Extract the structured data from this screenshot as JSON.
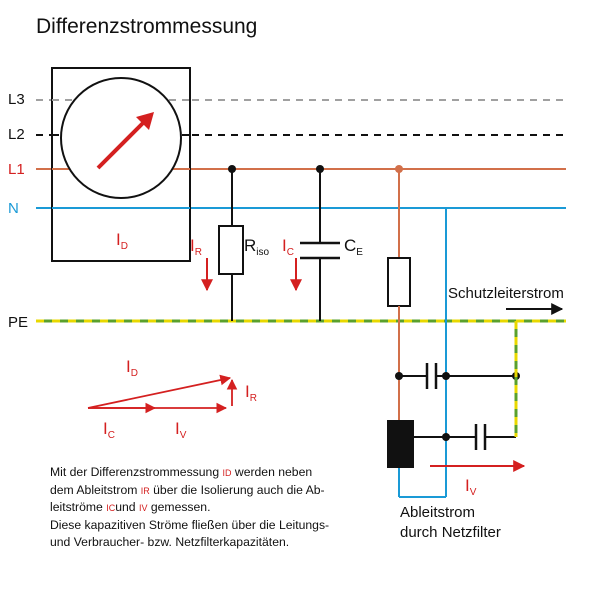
{
  "title": "Differenzstrommessung",
  "conductors": {
    "l3": "L3",
    "l2": "L2",
    "l1": "L1",
    "n": "N",
    "pe": "PE"
  },
  "meter": {
    "label": "I",
    "sub": "D"
  },
  "components": {
    "ir": {
      "label": "I",
      "sub": "R"
    },
    "riso": {
      "label": "R",
      "sub": "iso"
    },
    "ic": {
      "label": "I",
      "sub": "C"
    },
    "ce": {
      "label": "C",
      "sub": "E"
    },
    "iv": {
      "label": "I",
      "sub": "V"
    }
  },
  "phasor": {
    "id": {
      "label": "I",
      "sub": "D"
    },
    "ir": {
      "label": "I",
      "sub": "R"
    },
    "ic": {
      "label": "I",
      "sub": "C"
    },
    "iv": {
      "label": "I",
      "sub": "V"
    }
  },
  "schutzleiterstrom": "Schutzleiterstrom",
  "ableitstrom": {
    "line1": "Ableitstrom",
    "line2": "durch Netzfilter"
  },
  "description": {
    "l1_a": "Mit der Differenzstrommessung ",
    "l1_id": "ID",
    "l1_b": " werden neben",
    "l2_a": "dem Ableitstrom ",
    "l2_ir": "IR",
    "l2_b": " über die Isolierung auch die Ab-",
    "l3_a": "leitströme ",
    "l3_ic": "IC",
    "l3_b": "und ",
    "l3_iv": "IV",
    "l3_c": " gemessen.",
    "l4": "Diese kapazitiven Ströme fließen über die Leitungs-",
    "l5": "und Verbraucher- bzw. Netzfilterkapazitäten."
  },
  "colors": {
    "l3": "#a0a0a0",
    "l2": "#111111",
    "l1": "#d2704a",
    "n": "#1a9ad6",
    "pe_green": "#5aa02c",
    "pe_yellow": "#e8d800",
    "current_arrow": "#d42020"
  }
}
